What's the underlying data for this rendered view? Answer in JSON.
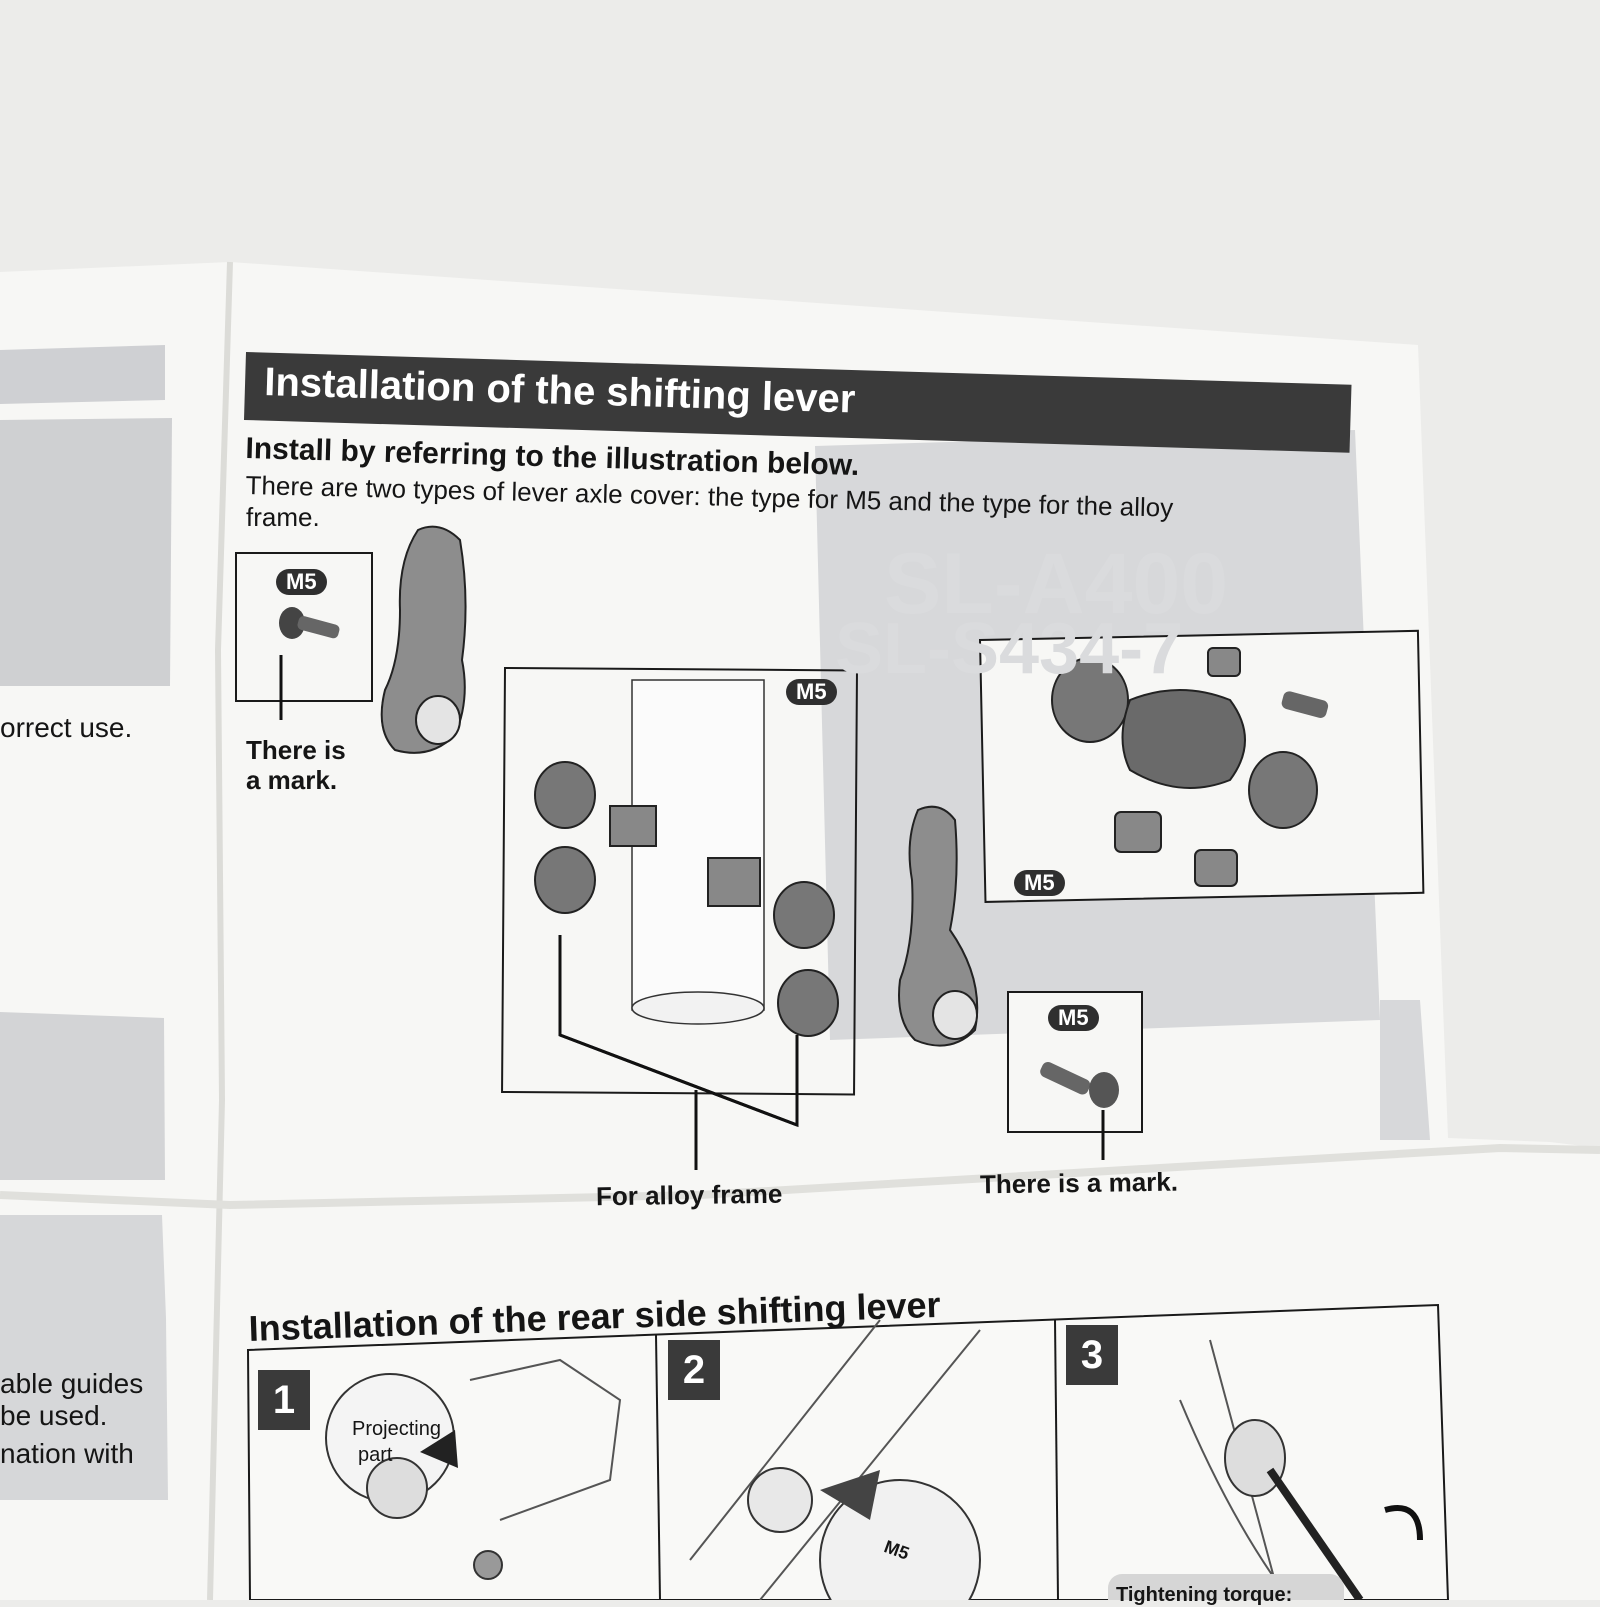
{
  "manual": {
    "heading": "Installation of the shifting lever",
    "instruction": "Install by referring to the illustration below.",
    "note_line1": "There are two types of lever axle cover: the type for M5 and the type for the alloy",
    "note_line2": "frame.",
    "badge_m5": "M5",
    "callout_mark_line1": "There is",
    "callout_mark_line2": "a mark.",
    "callout_mark_right": "There is a mark.",
    "callout_alloy": "For alloy frame",
    "watermark_model1": "SL-A400",
    "watermark_model2": "SL-S434-7",
    "section2_heading": "Installation of the rear side shifting lever",
    "step1": "1",
    "step2": "2",
    "step3": "3",
    "step1_label_line1": "Projecting",
    "step1_label_line2": "part",
    "step2_mark": "M5",
    "step3_label": "Tightening torque:",
    "left_fragment_1": "orrect use.",
    "left_fragment_2": "able guides",
    "left_fragment_3": "be used.",
    "left_fragment_4": "nation with"
  },
  "colors": {
    "background": "#ececea",
    "paper": "#f7f7f5",
    "heading_bar": "#3a3a3a",
    "gray_panel": "#d9dadc",
    "ink": "#151515"
  }
}
